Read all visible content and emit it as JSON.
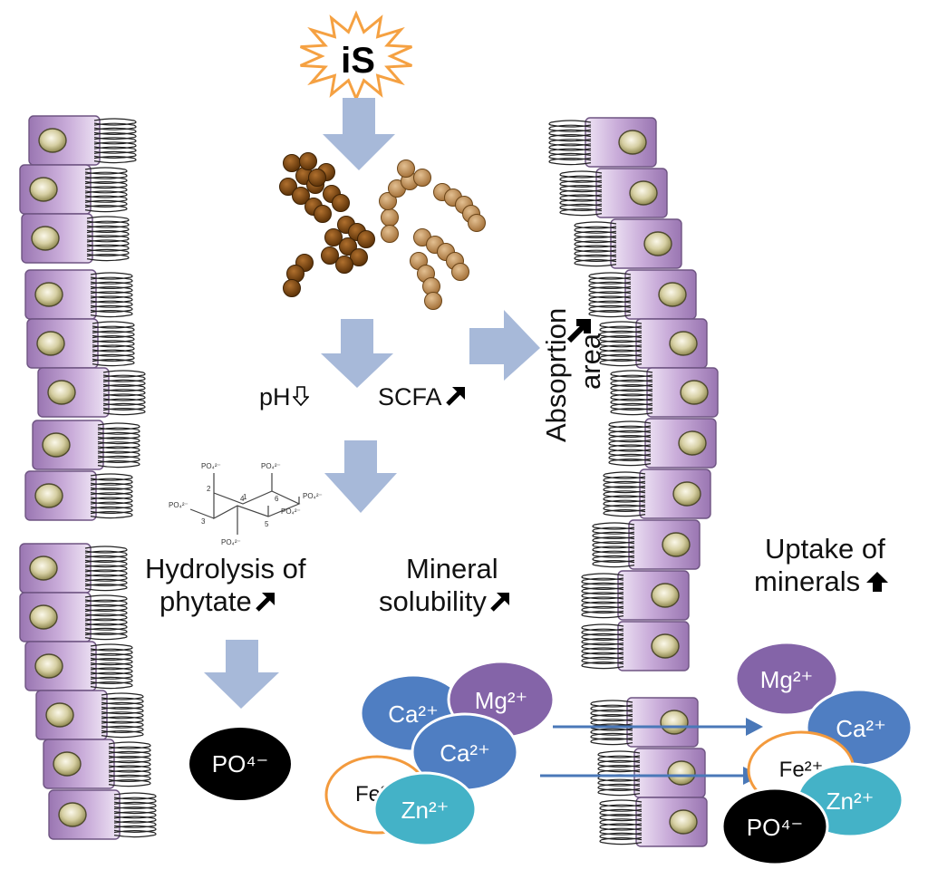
{
  "trigger": {
    "label": "iS"
  },
  "effects": {
    "ph": "pH",
    "scfa": "SCFA",
    "absorption_line1": "Absoprtion",
    "absorption_line2": "area"
  },
  "phytate": {
    "line1": "Hydrolysis of",
    "line2": "phytate",
    "groups": [
      "PO₄²⁻",
      "PO₄²⁻",
      "PO₄²⁻",
      "PO₄²⁻",
      "PO₄²⁻",
      "PO₄²⁻"
    ],
    "atoms": [
      "1",
      "2",
      "3",
      "4",
      "5",
      "6"
    ]
  },
  "solubility": {
    "line1": "Mineral",
    "line2": "solubility"
  },
  "uptake": {
    "line1": "Uptake of",
    "line2": "minerals"
  },
  "ions": {
    "po4": "PO⁴⁻",
    "ca": "Ca²⁺",
    "mg": "Mg²⁺",
    "fe": "Fe²⁺",
    "fe_partial": "Fe²⁺",
    "zn": "Zn²⁺"
  },
  "colors": {
    "arrow": "#a7b9d9",
    "burst_stroke": "#f5a142",
    "cell": "#c7a9d8",
    "bacteria_dark": "#7a4512",
    "bacteria_light": "#c9995c",
    "ca": "#4f7ec2",
    "mg": "#8464a8",
    "zn": "#44b2c7",
    "fe_ring": "#f39a3d",
    "po4": "#000000",
    "transport_arrow": "#4a78b8"
  }
}
